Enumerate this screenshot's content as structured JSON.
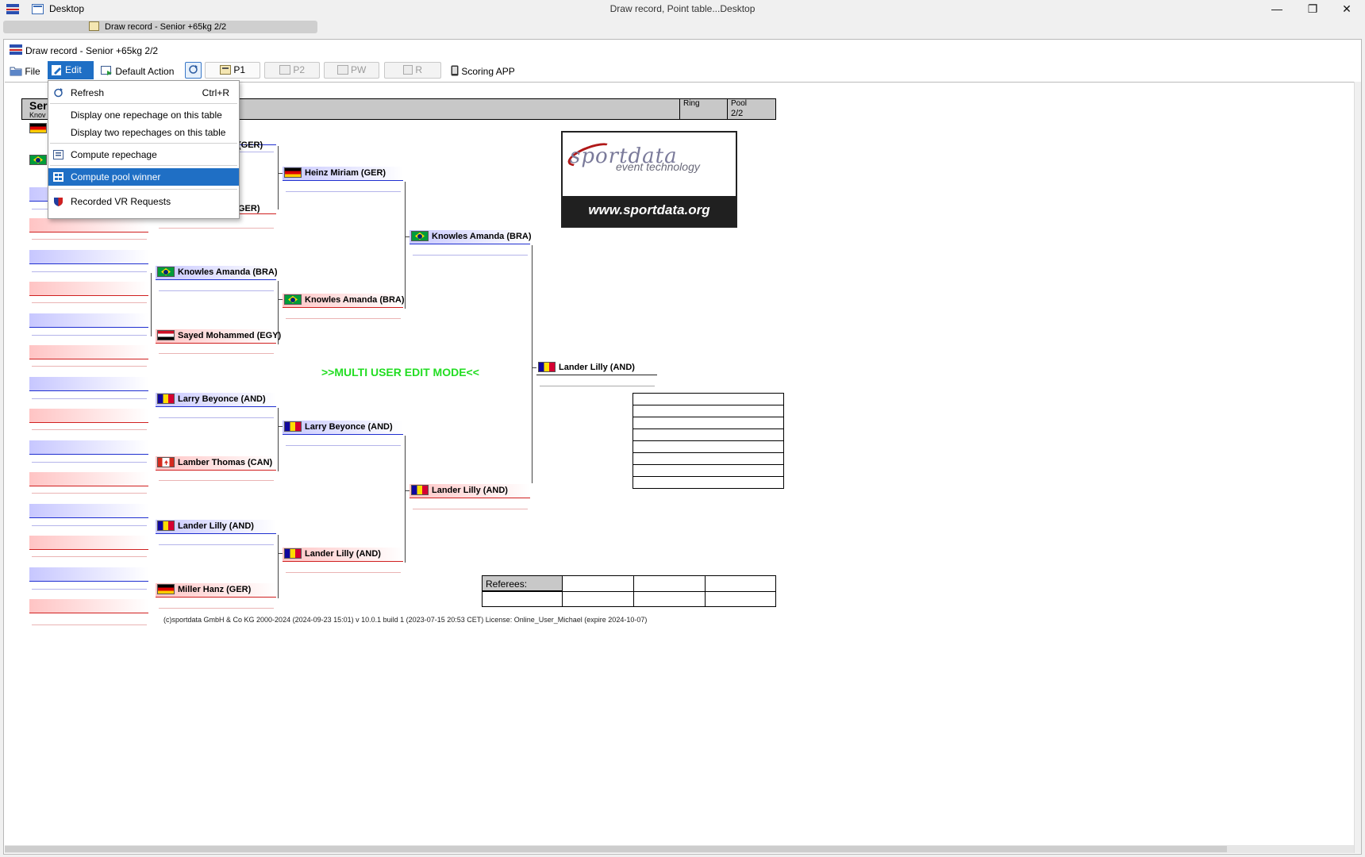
{
  "titlebar": {
    "desktop": "Desktop",
    "center": "Draw record, Point table...Desktop",
    "minimize": "—",
    "restore": "❐",
    "close": "✕"
  },
  "task_tab": {
    "label": "Draw record - Senior +65kg 2/2"
  },
  "window": {
    "title": "Draw record - Senior +65kg 2/2"
  },
  "toolbar": {
    "file": "File",
    "edit": "Edit",
    "default_action": "Default Action",
    "p1": "P1",
    "p2": "P2",
    "pw": "PW",
    "r": "R",
    "scoring": "Scoring APP"
  },
  "menu": {
    "refresh": "Refresh",
    "refresh_shortcut": "Ctrl+R",
    "one_repechage": "Display one repechage on this table",
    "two_repechages": "Display two repechages on this table",
    "compute_repechage": "Compute repechage",
    "compute_pool_winner": "Compute pool winner",
    "recorded_vr": "Recorded VR Requests"
  },
  "header": {
    "category": "Ser",
    "sub": "Knov",
    "ring_label": "Ring",
    "pool_label": "Pool",
    "pool_value": "2/2"
  },
  "bracket": {
    "r2": {
      "a": "(GER)",
      "b": "GER)",
      "c": "Knowles Amanda (BRA)",
      "d": "Sayed Mohammed (EGY)",
      "e": "Larry Beyonce (AND)",
      "f": "Lamber Thomas (CAN)",
      "g": "Lander Lilly (AND)",
      "h": "Miller Hanz (GER)"
    },
    "qf": {
      "a": "Heinz Miriam (GER)",
      "b": "Knowles Amanda (BRA)",
      "c": "Larry Beyonce (AND)",
      "d": "Lander Lilly (AND)"
    },
    "sf": {
      "a": "Knowles Amanda (BRA)",
      "b": "Lander Lilly (AND)"
    },
    "final": "Lander Lilly (AND)"
  },
  "logo": {
    "main": "sportdata",
    "sub": "event technology",
    "url": "www.sportdata.org"
  },
  "multi_user": ">>MULTI USER EDIT MODE<<",
  "referees": {
    "label": "Referees:"
  },
  "footer": "(c)sportdata GmbH & Co KG 2000-2024 (2024-09-23 15:01)  v 10.0.1 build 1 (2023-07-15 20:53 CET) License: Online_User_Michael (expire 2024-10-07)",
  "colors": {
    "accent": "#1f6fc5",
    "blue_slot": "#2030d0",
    "red_slot": "#d02020",
    "multi_user": "#22dd22"
  }
}
